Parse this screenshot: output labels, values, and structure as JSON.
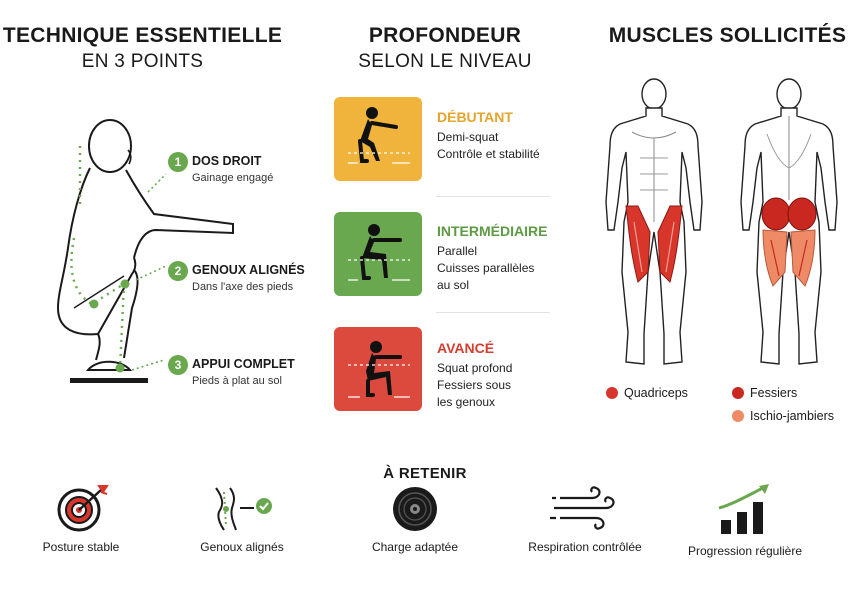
{
  "technique": {
    "title_line1": "TECHNIQUE ESSENTIELLE",
    "title_line2": "EN 3 POINTS",
    "points": [
      {
        "num": "1",
        "title": "DOS DROIT",
        "sub": "Gainage engagé"
      },
      {
        "num": "2",
        "title": "GENOUX ALIGNÉS",
        "sub": "Dans l'axe des pieds"
      },
      {
        "num": "3",
        "title": "APPUI COMPLET",
        "sub": "Pieds à plat au sol"
      }
    ]
  },
  "profondeur": {
    "title_line1": "PROFONDEUR",
    "title_line2": "SELON LE NIVEAU",
    "levels": [
      {
        "title": "DÉBUTANT",
        "desc": [
          "Demi-squat",
          "Contrôle et stabilité"
        ],
        "color": "#f0b43c",
        "title_color": "#e3a52c"
      },
      {
        "title": "INTERMÉDIAIRE",
        "desc": [
          "Parallel",
          "Cuisses parallèles",
          "au sol"
        ],
        "color": "#6aa84f",
        "title_color": "#5e9a43"
      },
      {
        "title": "AVANCÉ",
        "desc": [
          "Squat profond",
          "Fessiers sous",
          "les genoux"
        ],
        "color": "#dc4a3d",
        "title_color": "#d43d30"
      }
    ]
  },
  "muscles": {
    "title": "MUSCLES SOLLICITÉS",
    "legend": [
      {
        "label": "Quadriceps",
        "color": "#d9362b"
      },
      {
        "label": "Fessiers",
        "color": "#c8281f"
      },
      {
        "label": "Ischio-jambiers",
        "color": "#ef8a66"
      }
    ]
  },
  "retenir": {
    "title": "À RETENIR",
    "tips": [
      {
        "icon": "target-icon",
        "label": "Posture stable"
      },
      {
        "icon": "knee-alignment-icon",
        "label": "Genoux alignés"
      },
      {
        "icon": "weight-plate-icon",
        "label": "Charge adaptée"
      },
      {
        "icon": "breathing-icon",
        "label": "Respiration contrôlée"
      },
      {
        "icon": "progression-chart-icon",
        "label": "Progression régulière"
      }
    ]
  },
  "colors": {
    "green": "#6aa84f",
    "red": "#d9362b",
    "dark": "#1a1a1a"
  }
}
